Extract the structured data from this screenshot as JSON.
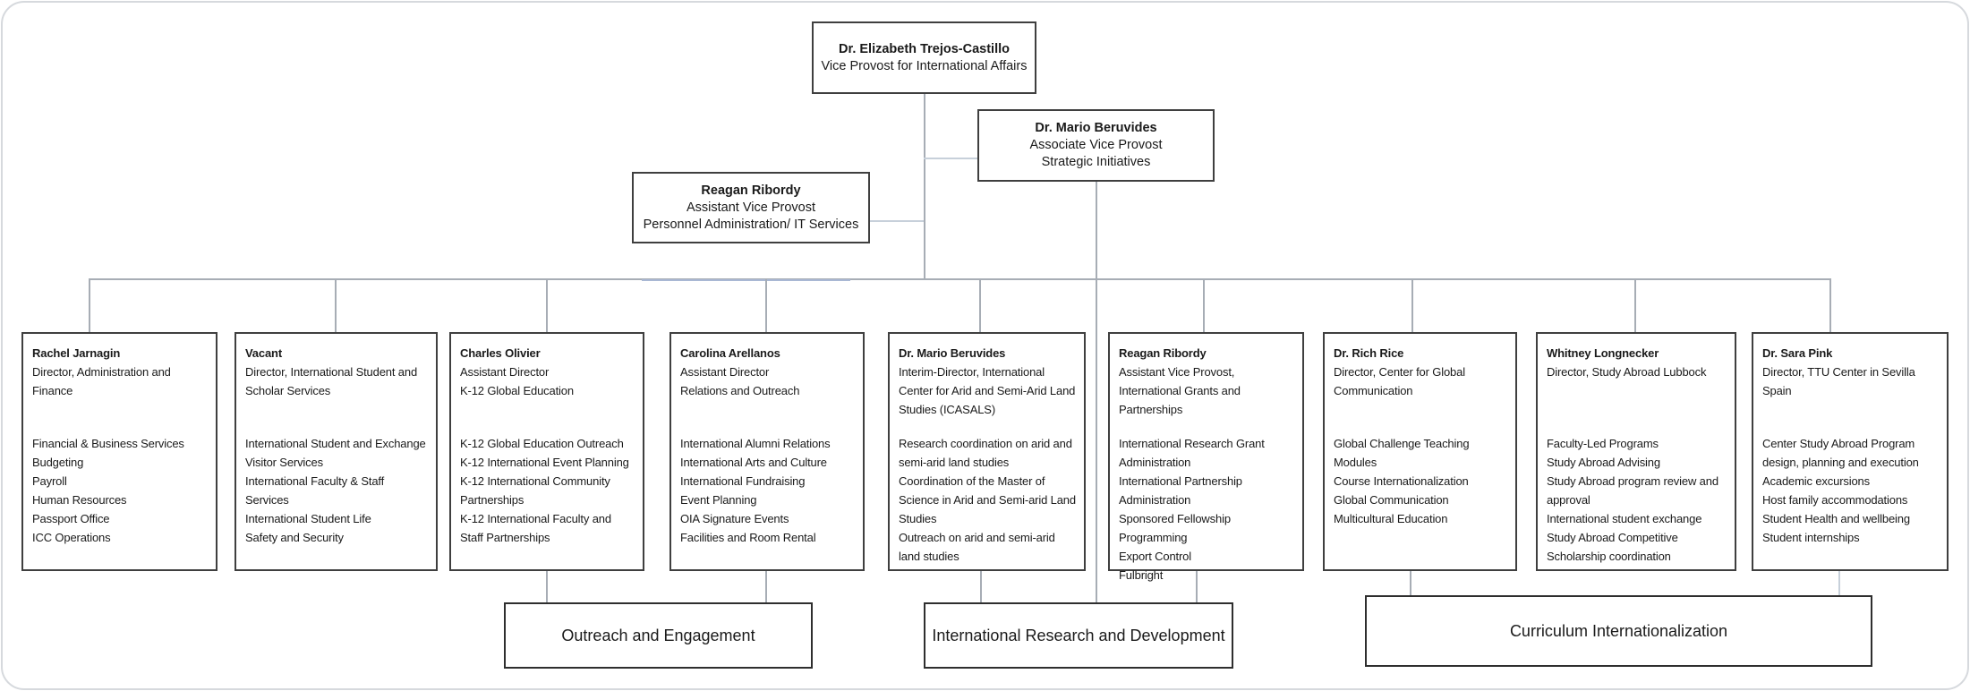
{
  "colors": {
    "connector_gray": "#a7adb5",
    "connector_light": "#c7d0da",
    "selected_connector_blue": "#a9b8d4",
    "box_border": "#3f3f3f"
  },
  "top_nodes": {
    "vice_provost": {
      "name": "Dr. Elizabeth Trejos-Castillo",
      "title": "Vice Provost for International Affairs"
    },
    "associate_vice_provost": {
      "name": "Dr. Mario Beruvides",
      "title": "Associate Vice Provost\nStrategic Initiatives"
    },
    "assistant_vice_provost": {
      "name": "Reagan Ribordy",
      "title": "Assistant Vice Provost\nPersonnel Administration/ IT Services"
    }
  },
  "row_nodes": [
    {
      "name": "Rachel Jarnagin",
      "title": "Director, Administration and Finance",
      "duties": [
        "Financial & Business Services",
        "Budgeting",
        "Payroll",
        "Human Resources",
        "Passport Office",
        "ICC Operations"
      ]
    },
    {
      "name": "Vacant",
      "title": "Director, International Student and Scholar Services",
      "duties": [
        "International Student and Exchange Visitor Services",
        "International Faculty & Staff Services",
        "International Student Life",
        "Safety and Security"
      ]
    },
    {
      "name": "Charles Olivier",
      "title": "Assistant Director\nK-12 Global Education",
      "duties": [
        "K-12 Global Education Outreach",
        "K-12 International Event Planning",
        "K-12 International Community Partnerships",
        "K-12 International Faculty and Staff Partnerships"
      ]
    },
    {
      "name": "Carolina Arellanos",
      "title": "Assistant Director\nRelations and Outreach",
      "duties": [
        "International Alumni Relations",
        "International Arts and Culture",
        "International Fundraising",
        "Event Planning",
        "OIA Signature Events",
        "Facilities and Room Rental"
      ]
    },
    {
      "name": "Dr. Mario Beruvides",
      "title": "Interim-Director, International Center for Arid and Semi-Arid Land Studies (ICASALS)",
      "duties": [
        "Research coordination on arid and semi-arid land studies",
        "Coordination of the Master of Science in Arid and Semi-arid Land Studies",
        "Outreach on arid and semi-arid land studies"
      ]
    },
    {
      "name": "Reagan Ribordy",
      "title": "Assistant Vice Provost, International Grants and Partnerships",
      "duties": [
        "International Research Grant Administration",
        "International Partnership Administration",
        "Sponsored Fellowship Programming",
        "Export Control",
        "Fulbright"
      ]
    },
    {
      "name": "Dr. Rich Rice",
      "title": "Director, Center for Global Communication",
      "duties": [
        "Global Challenge Teaching Modules",
        "Course Internationalization",
        "Global Communication",
        "Multicultural Education"
      ]
    },
    {
      "name": "Whitney Longnecker",
      "title": "Director, Study Abroad Lubbock",
      "duties": [
        "Faculty-Led Programs",
        "Study Abroad Advising",
        "Study Abroad program review and approval",
        "International student exchange",
        "Study Abroad Competitive Scholarship coordination"
      ]
    },
    {
      "name": "Dr. Sara Pink",
      "title": "Director, TTU Center in Sevilla Spain",
      "duties": [
        "Center Study Abroad Program design, planning and execution",
        "Academic excursions",
        "Host family accommodations",
        "Student Health and wellbeing",
        "Student internships"
      ]
    }
  ],
  "group_boxes": {
    "outreach": "Outreach and Engagement",
    "research": "International Research and Development",
    "curriculum": "Curriculum Internationalization"
  }
}
